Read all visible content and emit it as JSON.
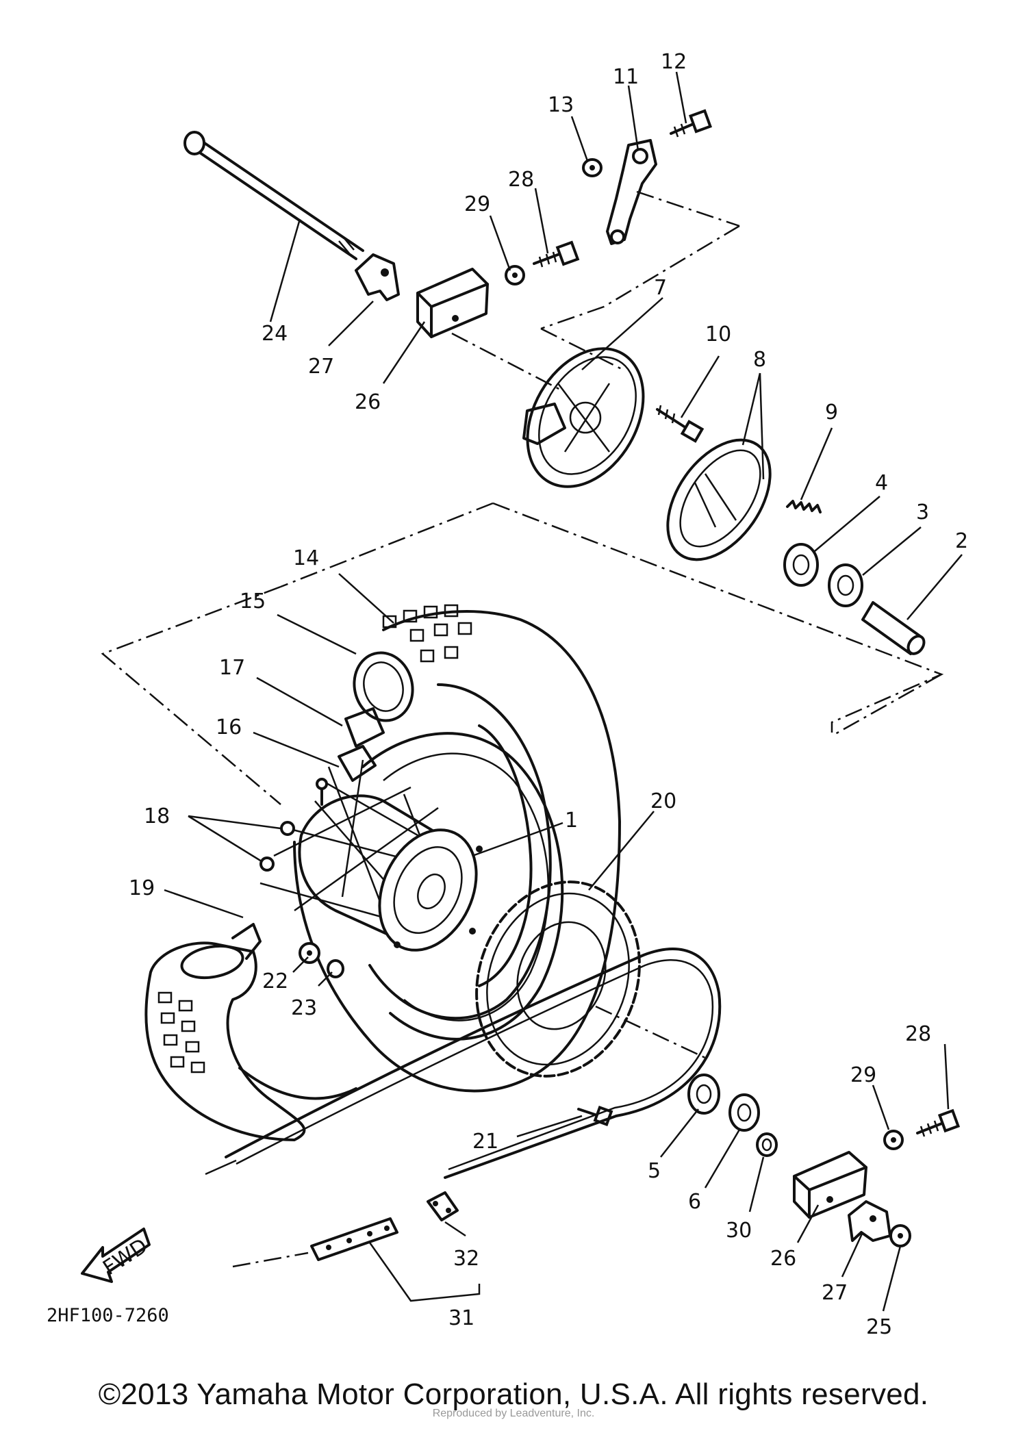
{
  "diagram_code": "2HF100-7260",
  "fwd_label": "FWD",
  "copyright": "©2013 Yamaha Motor Corporation, U.S.A. All rights reserved.",
  "watermark": "Reproduced by Leadventure, Inc.",
  "callouts": {
    "c1": "1",
    "c2": "2",
    "c3": "3",
    "c4": "4",
    "c5": "5",
    "c6": "6",
    "c7": "7",
    "c8": "8",
    "c9": "9",
    "c10": "10",
    "c11": "11",
    "c12": "12",
    "c13": "13",
    "c14": "14",
    "c15": "15",
    "c16": "16",
    "c17": "17",
    "c18": "18",
    "c19": "19",
    "c20": "20",
    "c21": "21",
    "c22": "22",
    "c23": "23",
    "c24": "24",
    "c25": "25",
    "c26a": "26",
    "c26b": "26",
    "c27a": "27",
    "c27b": "27",
    "c28a": "28",
    "c28b": "28",
    "c29a": "29",
    "c29b": "29",
    "c30": "30",
    "c31": "31",
    "c32": "32"
  }
}
